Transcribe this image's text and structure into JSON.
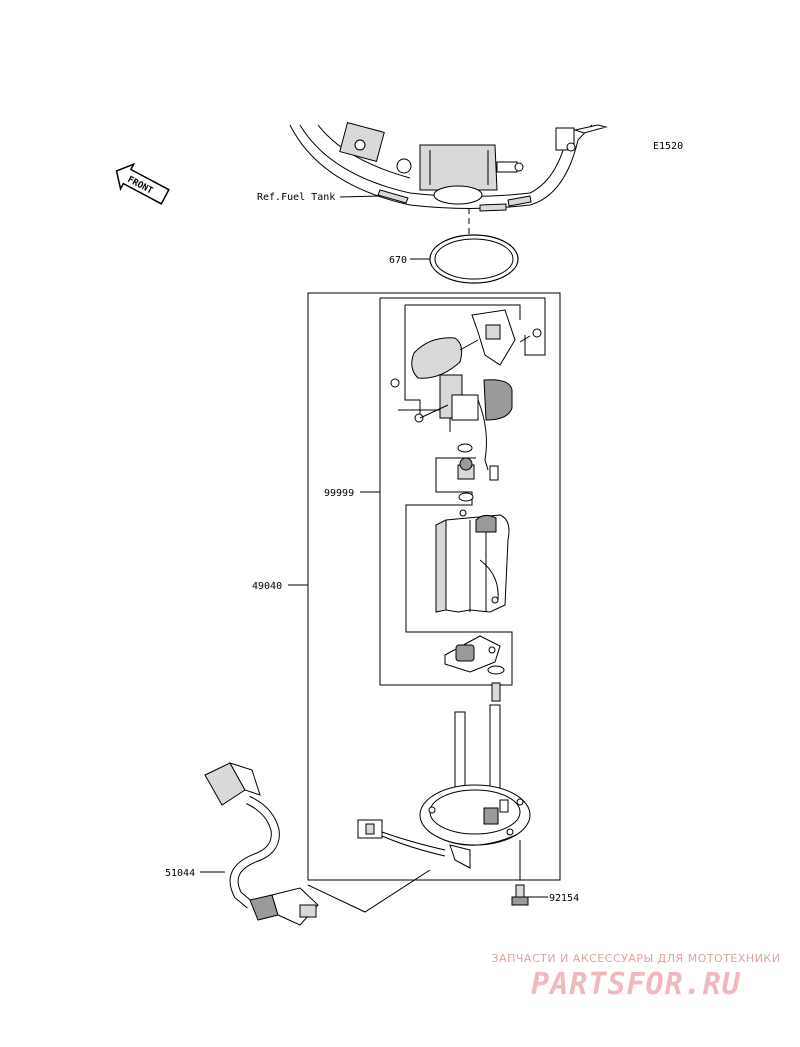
{
  "diagram": {
    "code": "E1520",
    "front_label": "FRONT",
    "ref_label": "Ref.Fuel Tank",
    "parts": [
      {
        "id": "670"
      },
      {
        "id": "99999"
      },
      {
        "id": "49040"
      },
      {
        "id": "51044"
      },
      {
        "id": "92154"
      }
    ]
  },
  "watermark": {
    "tagline": "ЗАПЧАСТИ И АКСЕССУАРЫ ДЛЯ МОТОТЕХНИКИ",
    "logo": "PARTSFOR.RU",
    "color": "#f1b9bd"
  }
}
